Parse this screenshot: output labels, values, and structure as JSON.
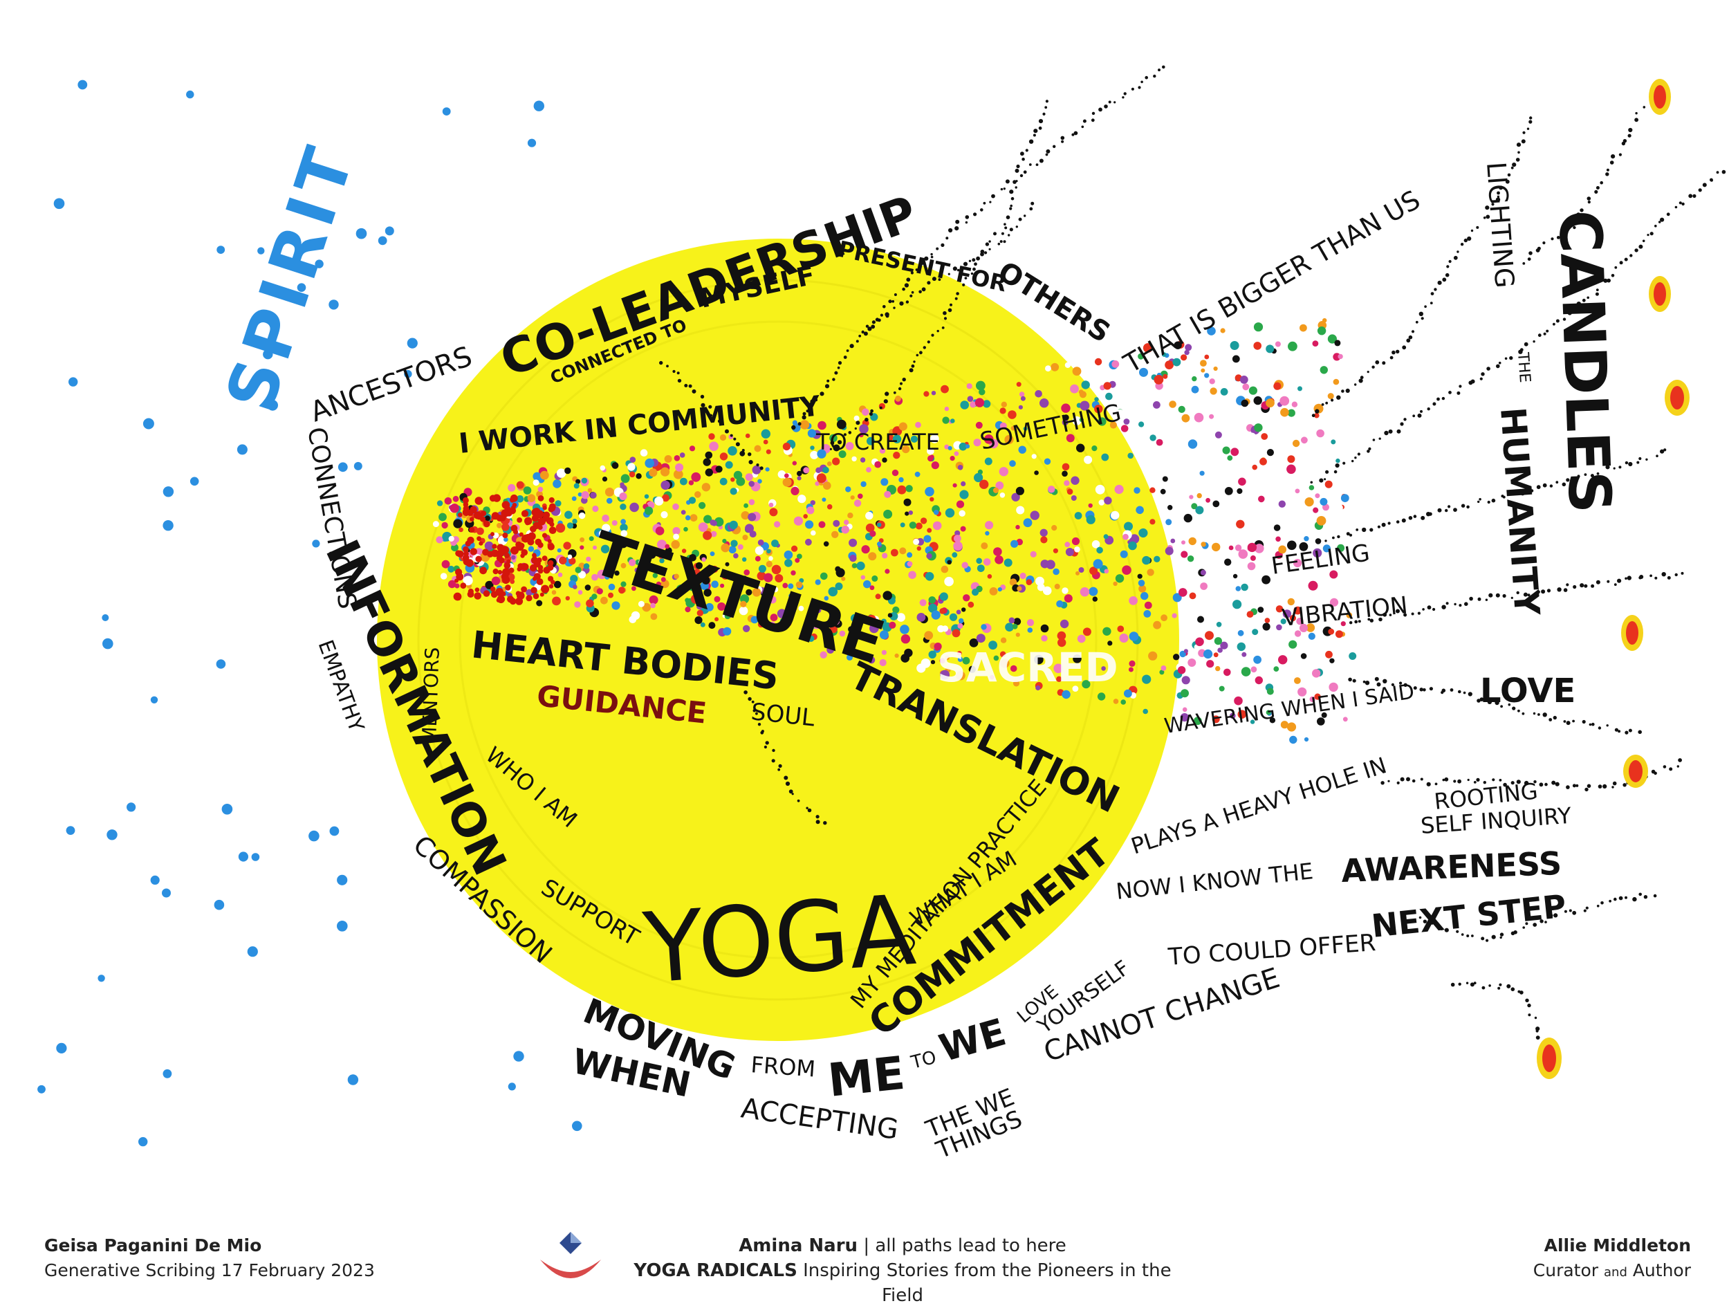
{
  "art": {
    "words": {
      "spirit": "SPIRIT",
      "co_leadership": "CO-LEADERSHIP",
      "connected_to": "CONNECTED TO",
      "myself": "MYSELF",
      "present_for": "PRESENT FOR",
      "others": "OTHERS",
      "ancestors": "ANCESTORS",
      "connections": "CONNECTIONS",
      "information": "INFORMATION",
      "empathy": "EMPATHY",
      "mentors": "MENTORS",
      "i_work_in_community": "I WORK IN COMMUNITY",
      "to_create": "TO CREATE",
      "something": "SOMETHING",
      "that_is_bigger_than_us": "THAT IS BIGGER THAN US",
      "texture": "TEXTURE",
      "heart_bodies": "HEART BODIES",
      "translation": "TRANSLATION",
      "guidance": "GUIDANCE",
      "soul": "SOUL",
      "sacred": "SACRED",
      "who_i_am": "WHO I AM",
      "compassion": "COMPASSION",
      "support": "SUPPORT",
      "yoga": "YOGA",
      "what_i_am": "WHAT I AM",
      "my_meditation_practice": "MY MEDITATION PRACTICE",
      "commitment": "COMMITMENT",
      "moving": "MOVING",
      "when": "WHEN",
      "from": "FROM",
      "me": "ME",
      "to": "TO",
      "we": "WE",
      "love_small": "LOVE",
      "yourself": "YOURSELF",
      "to_could_offer": "TO COULD OFFER",
      "accepting": "ACCEPTING",
      "the_we": "THE WE",
      "things": "THINGS",
      "cannot_change": "CANNOT CHANGE",
      "plays_a_heavy_hole_in": "PLAYS A HEAVY HOLE IN",
      "rooting": "ROOTING",
      "self_inquiry": "SELF INQUIRY",
      "awareness": "AWARENESS",
      "now_i_know_the": "NOW I KNOW THE",
      "next_step": "NEXT STEP",
      "wavering_when_i_said": "WAVERING WHEN I SAID",
      "love": "LOVE",
      "feeling": "FEELING",
      "vibration": "VIBRATION",
      "candles": "CANDLES",
      "lighting": "LIGHTING",
      "the": "THE",
      "humanity": "HUMANITY"
    },
    "colors": {
      "sun": "#f7f21a",
      "spirit_blue": "#2b8fe0",
      "ink": "#111111",
      "flame_red": "#e8321e",
      "flame_yellow": "#f5d21a"
    }
  },
  "footer": {
    "left_name": "Geisa Paganini De Mio",
    "left_sub": "Generative Scribing 17 February 2023",
    "center_name": "Amina Naru",
    "center_tagline": "| all paths lead to here",
    "center_brand": "YOGA RADICALS",
    "center_subtitle": "Inspiring Stories from the Pioneers in the Field",
    "right_name": "Allie Middleton",
    "right_role_1": "Curator",
    "right_role_and": "and",
    "right_role_2": "Author"
  }
}
